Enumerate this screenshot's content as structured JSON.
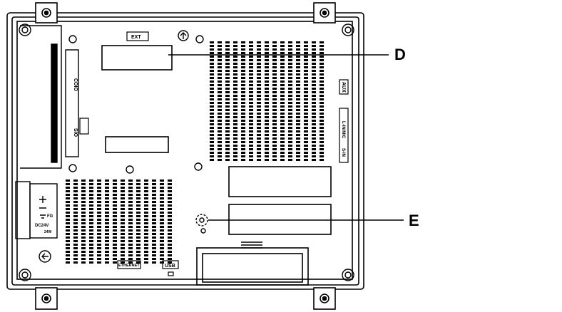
{
  "callouts": {
    "d": "D",
    "e": "E"
  },
  "labels": {
    "ext": "EXT",
    "sio": "SIO",
    "coio": "COIO",
    "aux": "AUX",
    "lines": "L-IN/MIC",
    "sin": "S-IN",
    "ethernet": "ETHERNET",
    "usb": "USB",
    "fg": "FG",
    "dc24v": "DC24V",
    "power": "24W"
  },
  "icons": {
    "up_arrow": "up-arrow-icon",
    "left_arrow": "left-arrow-icon",
    "gear": "screw-gear-icon"
  },
  "colors": {
    "line": "#000000",
    "background": "#ffffff"
  }
}
